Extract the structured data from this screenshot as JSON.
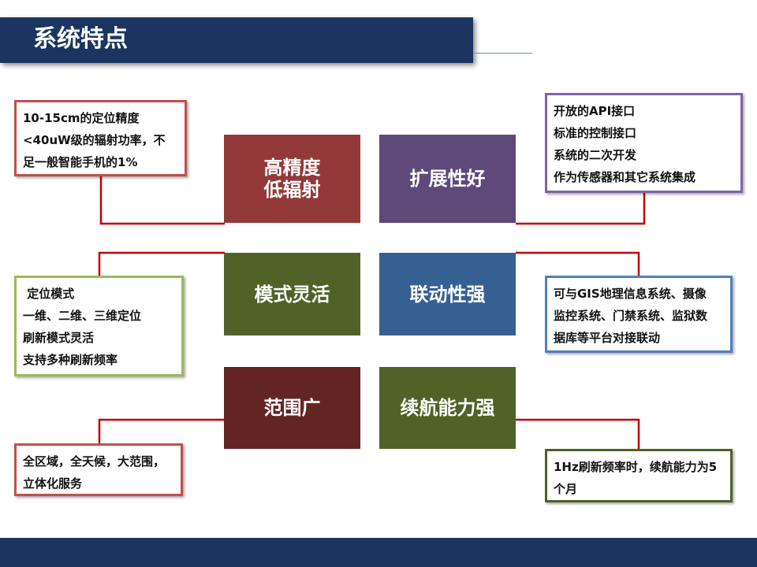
{
  "header": {
    "title": "系统特点"
  },
  "features": [
    {
      "id": "precision",
      "lines": [
        "高精度",
        "低辐射"
      ],
      "color": "#94393a"
    },
    {
      "id": "extensible",
      "lines": [
        "扩展性好"
      ],
      "color": "#5f497a"
    },
    {
      "id": "mode",
      "lines": [
        "模式灵活"
      ],
      "color": "#4f6228"
    },
    {
      "id": "linkage",
      "lines": [
        "联动性强"
      ],
      "color": "#376092"
    },
    {
      "id": "range",
      "lines": [
        "范围广"
      ],
      "color": "#632523"
    },
    {
      "id": "endurance",
      "lines": [
        "续航能力强"
      ],
      "color": "#4f6228"
    }
  ],
  "descriptions": {
    "precision": {
      "lines": [
        "10-15cm的定位精度",
        "<40uW级的辐射功率，不",
        "足一般智能手机的1%"
      ],
      "border": "#c0504d"
    },
    "extensible": {
      "lines": [
        "开放的API接口",
        "标准的控制接口",
        "系统的二次开发",
        "作为传感器和其它系统集成"
      ],
      "border": "#8064a2"
    },
    "mode": {
      "lines": [
        " 定位模式",
        "一维、二维、三维定位",
        "刷新模式灵活",
        "支持多种刷新频率"
      ],
      "border": "#9bbb59"
    },
    "linkage": {
      "lines": [
        "可与GIS地理信息系统、摄像",
        "监控系统、门禁系统、监狱数",
        "据库等平台对接联动"
      ],
      "border": "#4f81bd"
    },
    "range": {
      "lines": [
        "全区域，全天候，大范围，",
        "立体化服务"
      ],
      "border": "#c0504d"
    },
    "endurance": {
      "lines": [
        "1Hz刷新频率时，续航能力为5",
        "个月"
      ],
      "border": "#4f6228"
    }
  },
  "connector_color": "#c00000"
}
